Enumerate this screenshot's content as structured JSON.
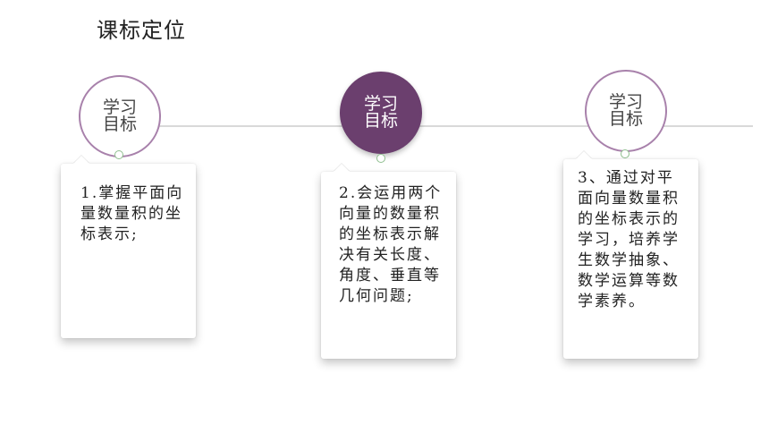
{
  "page": {
    "title": "课标定位"
  },
  "timeline": {
    "nodes": [
      {
        "label": "学习目标",
        "style": "outline"
      },
      {
        "label": "学习目标",
        "style": "filled"
      },
      {
        "label": "学习目标",
        "style": "outline"
      }
    ],
    "cards": [
      {
        "text": "1.掌握平面向量数量积的坐标表示;"
      },
      {
        "text": "2.会运用两个向量的数量积的坐标表示解决有关长度、角度、垂直等几何问题;"
      },
      {
        "text": "3、通过对平面向量数量积的坐标表示的学习，培养学生数学抽象、数学运算等数学素养。"
      }
    ]
  },
  "colors": {
    "accent_purple": "#6b3f6e",
    "ring_purple": "#a881ab",
    "connector_dot": "#8fbf8f",
    "line_gray": "#d9d9d9"
  }
}
